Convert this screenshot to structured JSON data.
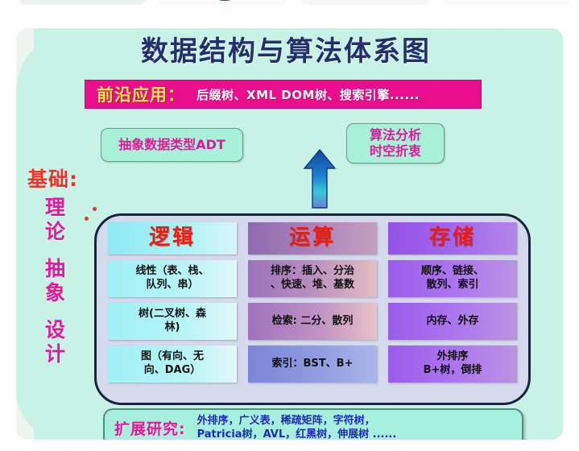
{
  "page": {
    "background": "#ffffff",
    "card_background": "#eef4ee",
    "diagram_background": "#c9f2e6"
  },
  "peek_cards": [
    {
      "name": "peek-card-1",
      "tint": "#e9f5ec"
    },
    {
      "name": "peek-card-2",
      "tint": "#fafafb"
    },
    {
      "name": "peek-card-3",
      "tint": "#f7f7f9"
    },
    {
      "name": "peek-card-4",
      "tint": "#fafafb"
    }
  ],
  "diagram": {
    "title": "数据结构与算法体系图",
    "title_color": "#262f6e",
    "banner": {
      "label": "前沿应用：",
      "label_color": "#ffe84a",
      "value": "后缀树、XML DOM树、搜索引擎......",
      "value_color": "#ffffff",
      "background": "#ea0d8c"
    },
    "callouts": [
      {
        "name": "abstract-data-type",
        "text": "抽象数据类型ADT",
        "lines": [
          "抽象数据类型ADT"
        ],
        "color": "#e5189b",
        "background": "#a9f0d8"
      },
      {
        "name": "algorithm-analysis",
        "text": "算法分析 时空折衷",
        "lines": [
          "算法分析",
          "时空折衷"
        ],
        "color": "#e5189b",
        "background": "#a9f0d8"
      }
    ],
    "arrow": {
      "name": "up-arrow",
      "direction": "up",
      "color_top": "#1b4fa8",
      "color_bottom": "#3fd3d6"
    },
    "left_axis": {
      "heading": "基础:",
      "heading_color": "#e8342a",
      "groups": [
        {
          "chars": [
            "理",
            "论"
          ]
        },
        {
          "chars": [
            "抽",
            "象"
          ]
        },
        {
          "chars": [
            "设",
            "计"
          ]
        }
      ],
      "color": "#e5189b"
    },
    "matrix": {
      "border_color": "#19233f",
      "fill": "#d5d9ee",
      "columns": [
        {
          "name": "logic",
          "header": "逻辑",
          "header_color": "#f01b10",
          "accent": "#9ff0f5",
          "cells": [
            "线性（表、栈、队列、串）",
            "树(二叉树、森林)",
            "图（有向、无向、DAG）"
          ],
          "cell_lines": [
            [
              "线性（表、栈、",
              "队列、串）"
            ],
            [
              "树(二叉树、森",
              "林)"
            ],
            [
              "图（有向、无",
              "向、DAG）"
            ]
          ]
        },
        {
          "name": "operation",
          "header": "运算",
          "header_color": "#f01b10",
          "accent": "#a87fb8",
          "cells": [
            "排序：插入、分治、快速、堆、基数",
            "检索: 二分、散列",
            "索引：BST、B+"
          ],
          "cell_lines": [
            [
              "排序：插入、分治",
              "、快速、堆、基数"
            ],
            [
              "检索: 二分、散列"
            ],
            [
              "索引：BST、B+"
            ]
          ]
        },
        {
          "name": "storage",
          "header": "存储",
          "header_color": "#f01b10",
          "accent": "#a368ee",
          "cells": [
            "顺序、链接、散列、索引",
            "内存、外存",
            "外排序 B+树，倒排"
          ],
          "cell_lines": [
            [
              "顺序、链接、",
              "散列、索引"
            ],
            [
              "内存、外存"
            ],
            [
              "外排序",
              "B+树，倒排"
            ]
          ]
        }
      ]
    },
    "extension": {
      "label": "扩展研究:",
      "label_color": "#e5189b",
      "lines": [
        "外排序，广义表，稀疏矩阵，字符树，",
        "Patricia树，AVL，红黑树，伸展树 ......"
      ],
      "text_color": "#1f2bb5",
      "background": "#a7efdd"
    }
  }
}
